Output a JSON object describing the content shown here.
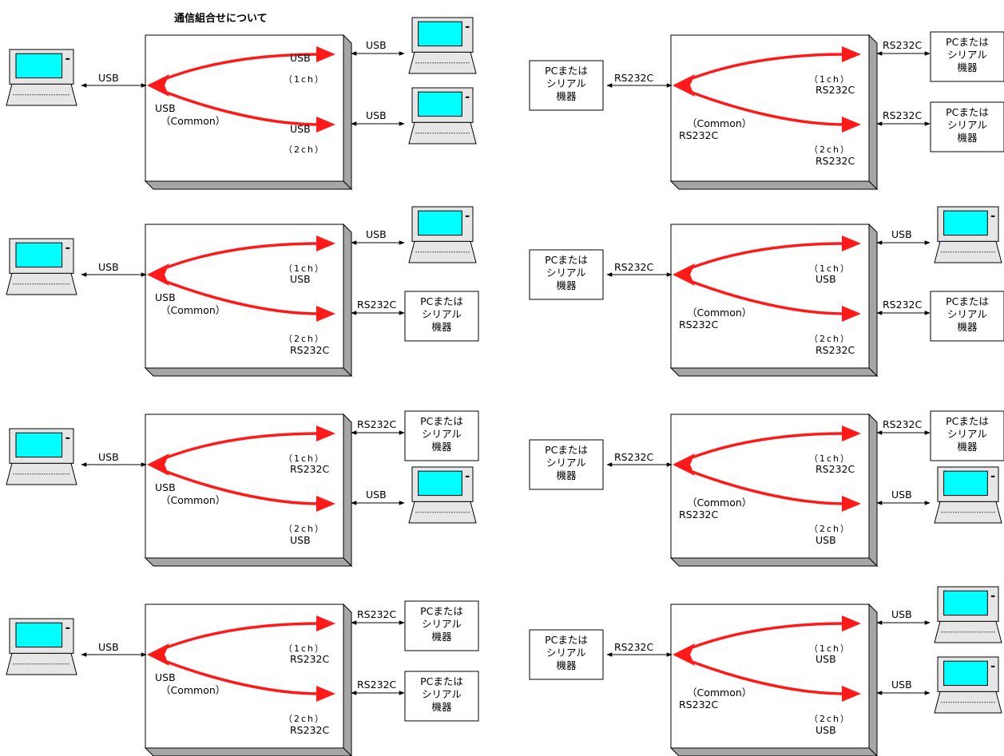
{
  "title": "通信組合せについて",
  "labels": {
    "usb": "USB",
    "rs232c": "RS232C",
    "common": "（Common）",
    "ch1": "（1ch）",
    "ch2": "（2ch）",
    "device_line1": "PCまたは",
    "device_line2": "シリアル",
    "device_line3": "機器"
  },
  "colors": {
    "arrow": "#ff1a1a",
    "screen": "#00ffff",
    "laptop_body": "#e6e6e6",
    "box_shadow": "#a6a6a6"
  },
  "combinations": [
    {
      "common": "USB",
      "ch1": "USB",
      "ch2": "USB"
    },
    {
      "common": "RS232C",
      "ch1": "RS232C",
      "ch2": "RS232C"
    },
    {
      "common": "USB",
      "ch1": "USB",
      "ch2": "RS232C"
    },
    {
      "common": "RS232C",
      "ch1": "USB",
      "ch2": "RS232C"
    },
    {
      "common": "USB",
      "ch1": "RS232C",
      "ch2": "USB"
    },
    {
      "common": "RS232C",
      "ch1": "RS232C",
      "ch2": "USB"
    },
    {
      "common": "USB",
      "ch1": "RS232C",
      "ch2": "RS232C"
    },
    {
      "common": "RS232C",
      "ch1": "USB",
      "ch2": "USB"
    }
  ]
}
